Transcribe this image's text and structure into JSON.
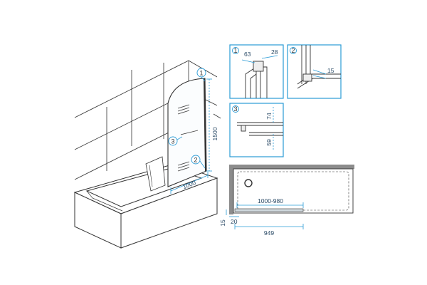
{
  "callouts": {
    "c1": "1",
    "c2": "2",
    "c3": "3"
  },
  "main_view": {
    "height": "1500",
    "width": "1000"
  },
  "detail1": {
    "num": "1",
    "dim_a": "63",
    "dim_b": "28"
  },
  "detail2": {
    "num": "2",
    "dim_a": "15"
  },
  "detail3": {
    "num": "3",
    "dim_a": "74",
    "dim_b": "59"
  },
  "plan_view": {
    "span": "1000-980",
    "d20": "20",
    "d15": "15",
    "d949": "949"
  },
  "colors": {
    "accent": "#2a9bd6",
    "line": "#333333",
    "wall": "#8c8c8c"
  }
}
